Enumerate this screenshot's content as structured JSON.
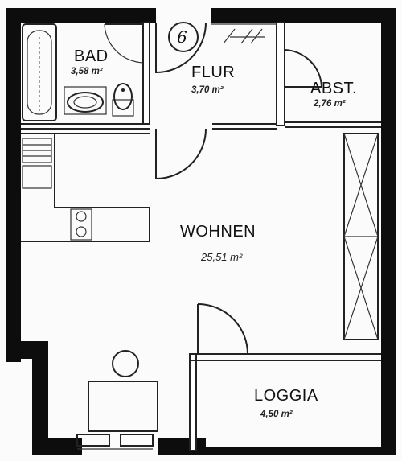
{
  "rooms": {
    "bad": {
      "name": "BAD",
      "area": "3,58 m²"
    },
    "flur": {
      "name": "FLUR",
      "area": "3,70 m²"
    },
    "abst": {
      "name": "ABST.",
      "area": "2,76 m²"
    },
    "wohnen": {
      "name": "WOHNEN",
      "area": "25,51 m²"
    },
    "loggia": {
      "name": "LOGGIA",
      "area": "4,50 m²"
    }
  },
  "entry": {
    "number": "6"
  },
  "colors": {
    "wall": "#0d0d0d",
    "line": "#222222",
    "paper": "#fbfbfb"
  }
}
